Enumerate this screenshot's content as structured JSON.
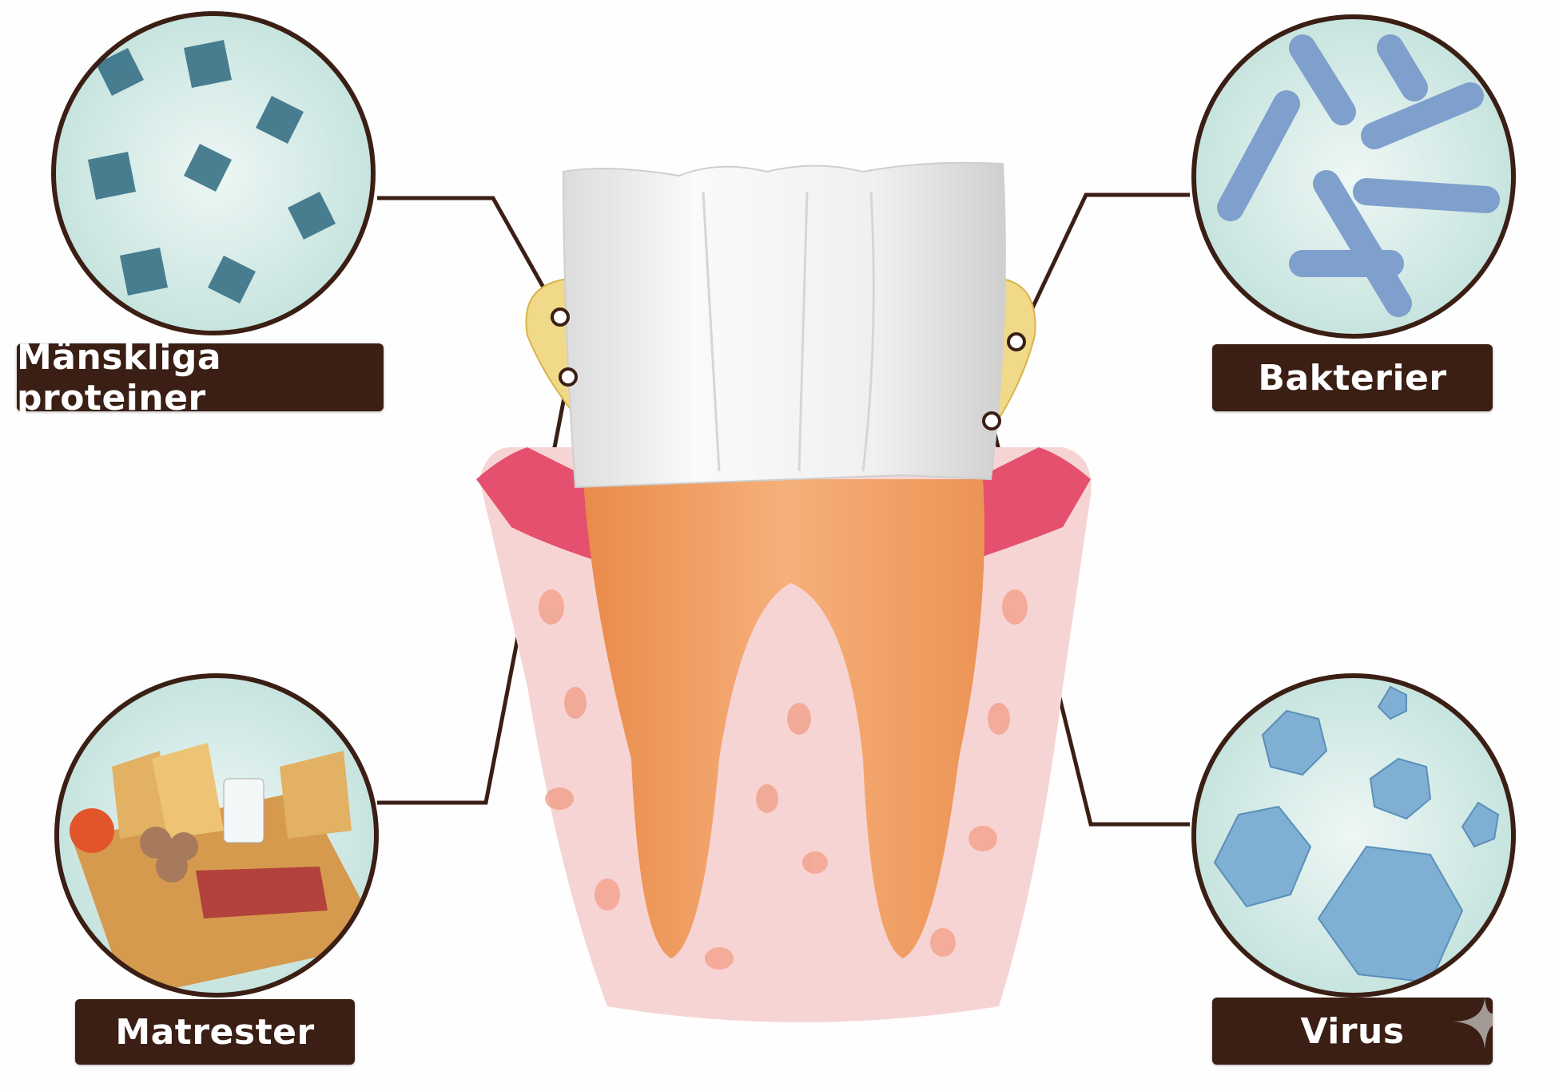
{
  "labels": {
    "human_proteins": "Mänskliga proteiner",
    "bacteria": "Bakterier",
    "food_debris": "Matrester",
    "virus": "Virus"
  },
  "colors": {
    "label_bg": "#3b1f14",
    "line": "#3b1f14",
    "enamel": "#ececec",
    "dentin": "#f3a064",
    "gum": "#f7d4d4",
    "gum_edge": "#e0385a",
    "plaque": "#f1d98a",
    "circle_bg": "#d7ece8"
  }
}
